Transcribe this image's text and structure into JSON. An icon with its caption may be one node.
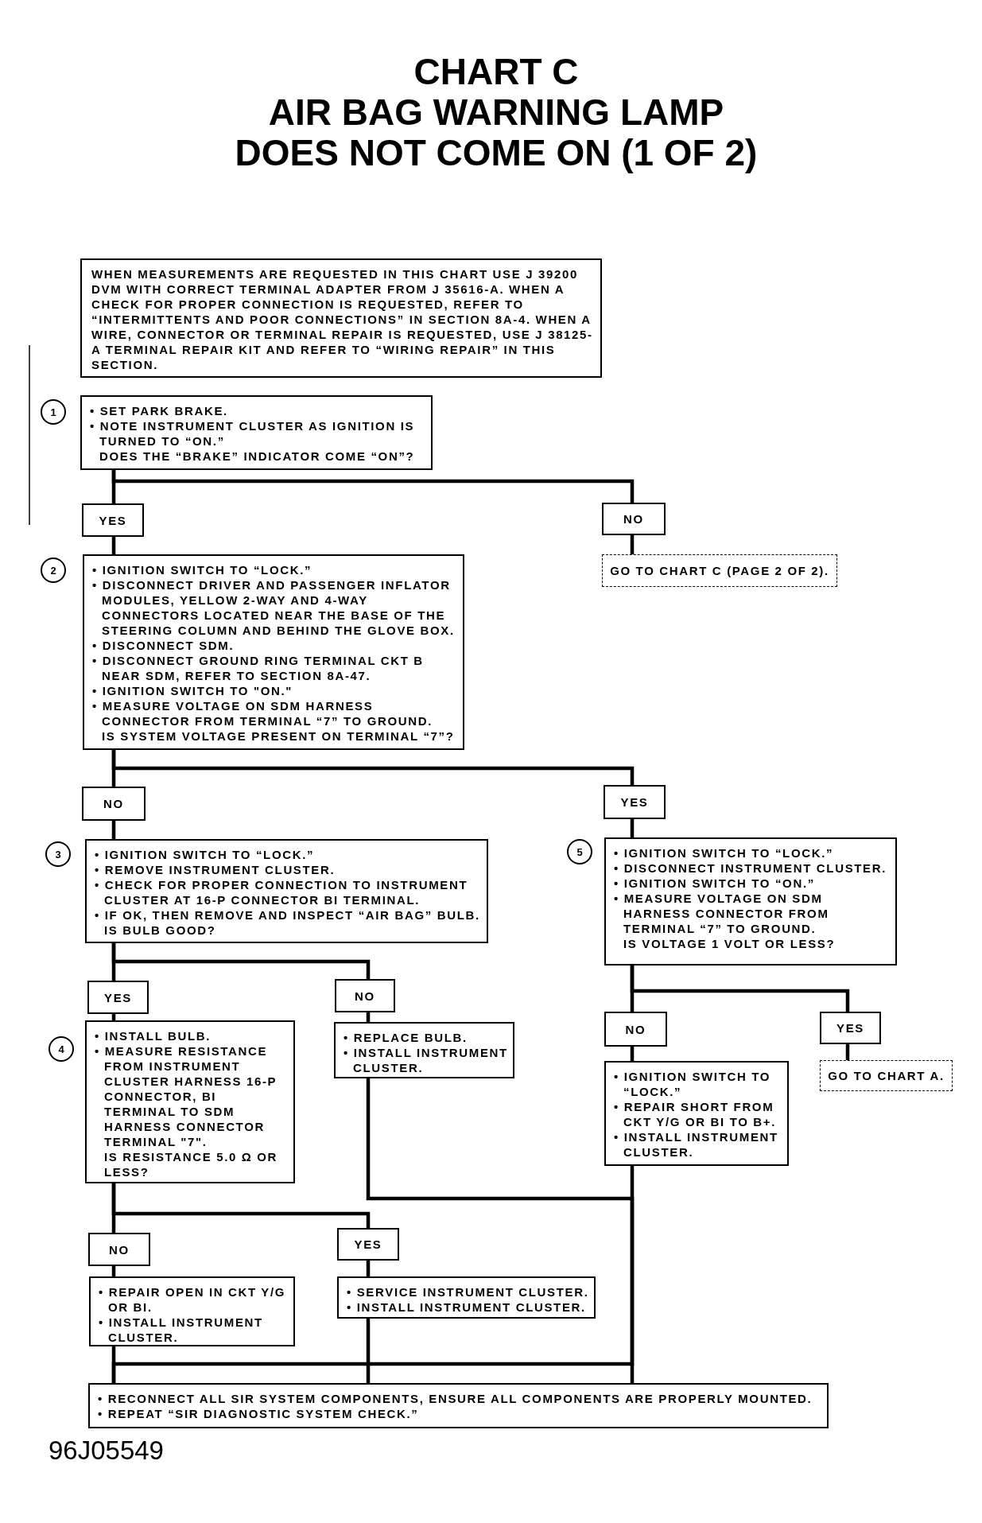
{
  "diagram": {
    "title": "CHART C AIR BAG WARNING LAMP DOES NOT COME ON (1 OF 2)",
    "nodes": [
      {
        "text": [
          "WHEN MEASUREMENTS ARE REQUESTED IN THIS CHART USE J 39200 DVM WITH CORRECT TERMINAL ADAPTER FROM J 35616-A. WHEN A CHECK FOR PROPER CONNECTION IS REQUESTED, REFER TO “INTERMITTENTS AND POOR CONNECTIONS” IN SECTION 8A-4. WHEN A WIRE, CONNECTOR OR TERMINAL REPAIR IS REQUESTED, USE J 38125-A TERMINAL REPAIR KIT AND REFER TO “WIRING REPAIR” IN THIS SECTION."
        ]
      },
      {
        "text": [
          "• SET PARK BRAKE.",
          "• NOTE INSTRUMENT CLUSTER AS IGNITION IS TURNED TO “ON.”",
          "DOES THE “BRAKE” INDICATOR COME “ON”?"
        ],
        "beside": [
          "1"
        ]
      },
      {
        "text": [
          "YES"
        ]
      },
      {
        "text": [
          "NO"
        ]
      },
      {
        "text": [
          "GO TO CHART C (PAGE 2 OF 2)."
        ]
      },
      {
        "text": [
          "• IGNITION SWITCH TO “LOCK.”",
          "• DISCONNECT DRIVER AND PASSENGER INFLATOR MODULES, YELLOW 2-WAY AND 4-WAY CONNECTORS LOCATED NEAR THE BASE OF THE STEERING COLUMN AND BEHIND THE GLOVE BOX.",
          "• DISCONNECT SDM.",
          "• DISCONNECT GROUND RING TERMINAL CKT B NEAR SDM, REFER TO SECTION 8A-47.",
          "• IGNITION SWITCH TO \"ON.\"",
          "• MEASURE VOLTAGE ON SDM HARNESS CONNECTOR FROM TERMINAL “7” TO GROUND.",
          "IS SYSTEM VOLTAGE PRESENT ON TERMINAL “7”?"
        ],
        "beside": [
          "2"
        ]
      },
      {
        "text": [
          "NO"
        ]
      },
      {
        "text": [
          "YES"
        ]
      },
      {
        "text": [
          "• IGNITION SWITCH TO “LOCK.”",
          "• REMOVE INSTRUMENT CLUSTER.",
          "• CHECK FOR PROPER CONNECTION TO INSTRUMENT CLUSTER AT 16-P CONNECTOR BI TERMINAL.",
          "• IF OK, THEN REMOVE AND INSPECT “AIR BAG” BULB.",
          "IS BULB GOOD?"
        ],
        "beside": [
          "3"
        ]
      },
      {
        "text": [
          "• IGNITION SWITCH TO “LOCK.”",
          "• DISCONNECT INSTRUMENT CLUSTER.",
          "• IGNITION SWITCH TO “ON.”",
          "• MEASURE VOLTAGE ON SDM HARNESS CONNECTOR FROM TERMINAL “7” TO GROUND.",
          "IS VOLTAGE 1 VOLT OR LESS?"
        ],
        "beside": [
          "5"
        ]
      },
      {
        "text": [
          "YES"
        ]
      },
      {
        "text": [
          "NO"
        ]
      },
      {
        "text": [
          "• INSTALL BULB.",
          "• MEASURE RESISTANCE FROM INSTRUMENT CLUSTER HARNESS 16-P CONNECTOR, BI TERMINAL TO SDM HARNESS CONNECTOR TERMINAL \"7\".",
          "IS RESISTANCE 5.0 Ω OR LESS?"
        ],
        "beside": [
          "4"
        ]
      },
      {
        "text": [
          "• REPLACE BULB.",
          "• INSTALL INSTRUMENT CLUSTER."
        ]
      },
      {
        "text": [
          "NO"
        ]
      },
      {
        "text": [
          "YES"
        ]
      },
      {
        "text": [
          "GO TO CHART A."
        ]
      },
      {
        "text": [
          "• IGNITION SWITCH TO “LOCK.”",
          "• REPAIR SHORT FROM CKT Y/G OR BI TO B+.",
          "• INSTALL INSTRUMENT CLUSTER."
        ]
      },
      {
        "text": [
          "NO"
        ]
      },
      {
        "text": [
          "YES"
        ]
      },
      {
        "text": [
          "• REPAIR OPEN IN CKT Y/G OR BI.",
          "• INSTALL INSTRUMENT CLUSTER."
        ]
      },
      {
        "text": [
          "• SERVICE INSTRUMENT CLUSTER.",
          "• INSTALL INSTRUMENT CLUSTER."
        ]
      },
      {
        "text": [
          "• RECONNECT ALL SIR SYSTEM COMPONENTS, ENSURE ALL COMPONENTS ARE PROPERLY MOUNTED.",
          "• REPEAT “SIR DIAGNOSTIC SYSTEM CHECK.”"
        ]
      }
    ],
    "edges": [
      {
        "from": 1,
        "to": 2,
        "arrow": "none"
      },
      {
        "from": 1,
        "to": 3,
        "arrow": "none"
      },
      {
        "from": 2,
        "to": 5,
        "arrow": "none"
      },
      {
        "from": 3,
        "to": 4,
        "arrow": "none"
      },
      {
        "from": 5,
        "to": 6,
        "arrow": "none"
      },
      {
        "from": 5,
        "to": 7,
        "arrow": "none"
      },
      {
        "from": 6,
        "to": 8,
        "arrow": "none"
      },
      {
        "from": 7,
        "to": 9,
        "arrow": "none"
      },
      {
        "from": 8,
        "to": 10,
        "arrow": "none"
      },
      {
        "from": 8,
        "to": 11,
        "arrow": "none"
      },
      {
        "from": 9,
        "to": 14,
        "arrow": "none"
      },
      {
        "from": 9,
        "to": 15,
        "arrow": "none"
      },
      {
        "from": 10,
        "to": 12,
        "arrow": "none"
      },
      {
        "from": 11,
        "to": 13,
        "arrow": "none"
      },
      {
        "from": 14,
        "to": 17,
        "arrow": "none"
      },
      {
        "from": 15,
        "to": 16,
        "arrow": "none"
      },
      {
        "from": 12,
        "to": 18,
        "arrow": "none"
      },
      {
        "from": 12,
        "to": 19,
        "arrow": "none"
      },
      {
        "from": 18,
        "to": 20,
        "arrow": "none"
      },
      {
        "from": 19,
        "to": 21,
        "arrow": "none"
      },
      {
        "from": 13,
        "to": 22,
        "arrow": "none"
      },
      {
        "from": 17,
        "to": 22,
        "arrow": "none"
      },
      {
        "from": 20,
        "to": 22,
        "arrow": "none"
      },
      {
        "from": 21,
        "to": 22,
        "arrow": "none"
      }
    ],
    "labels": [
      "96J05549"
    ]
  }
}
